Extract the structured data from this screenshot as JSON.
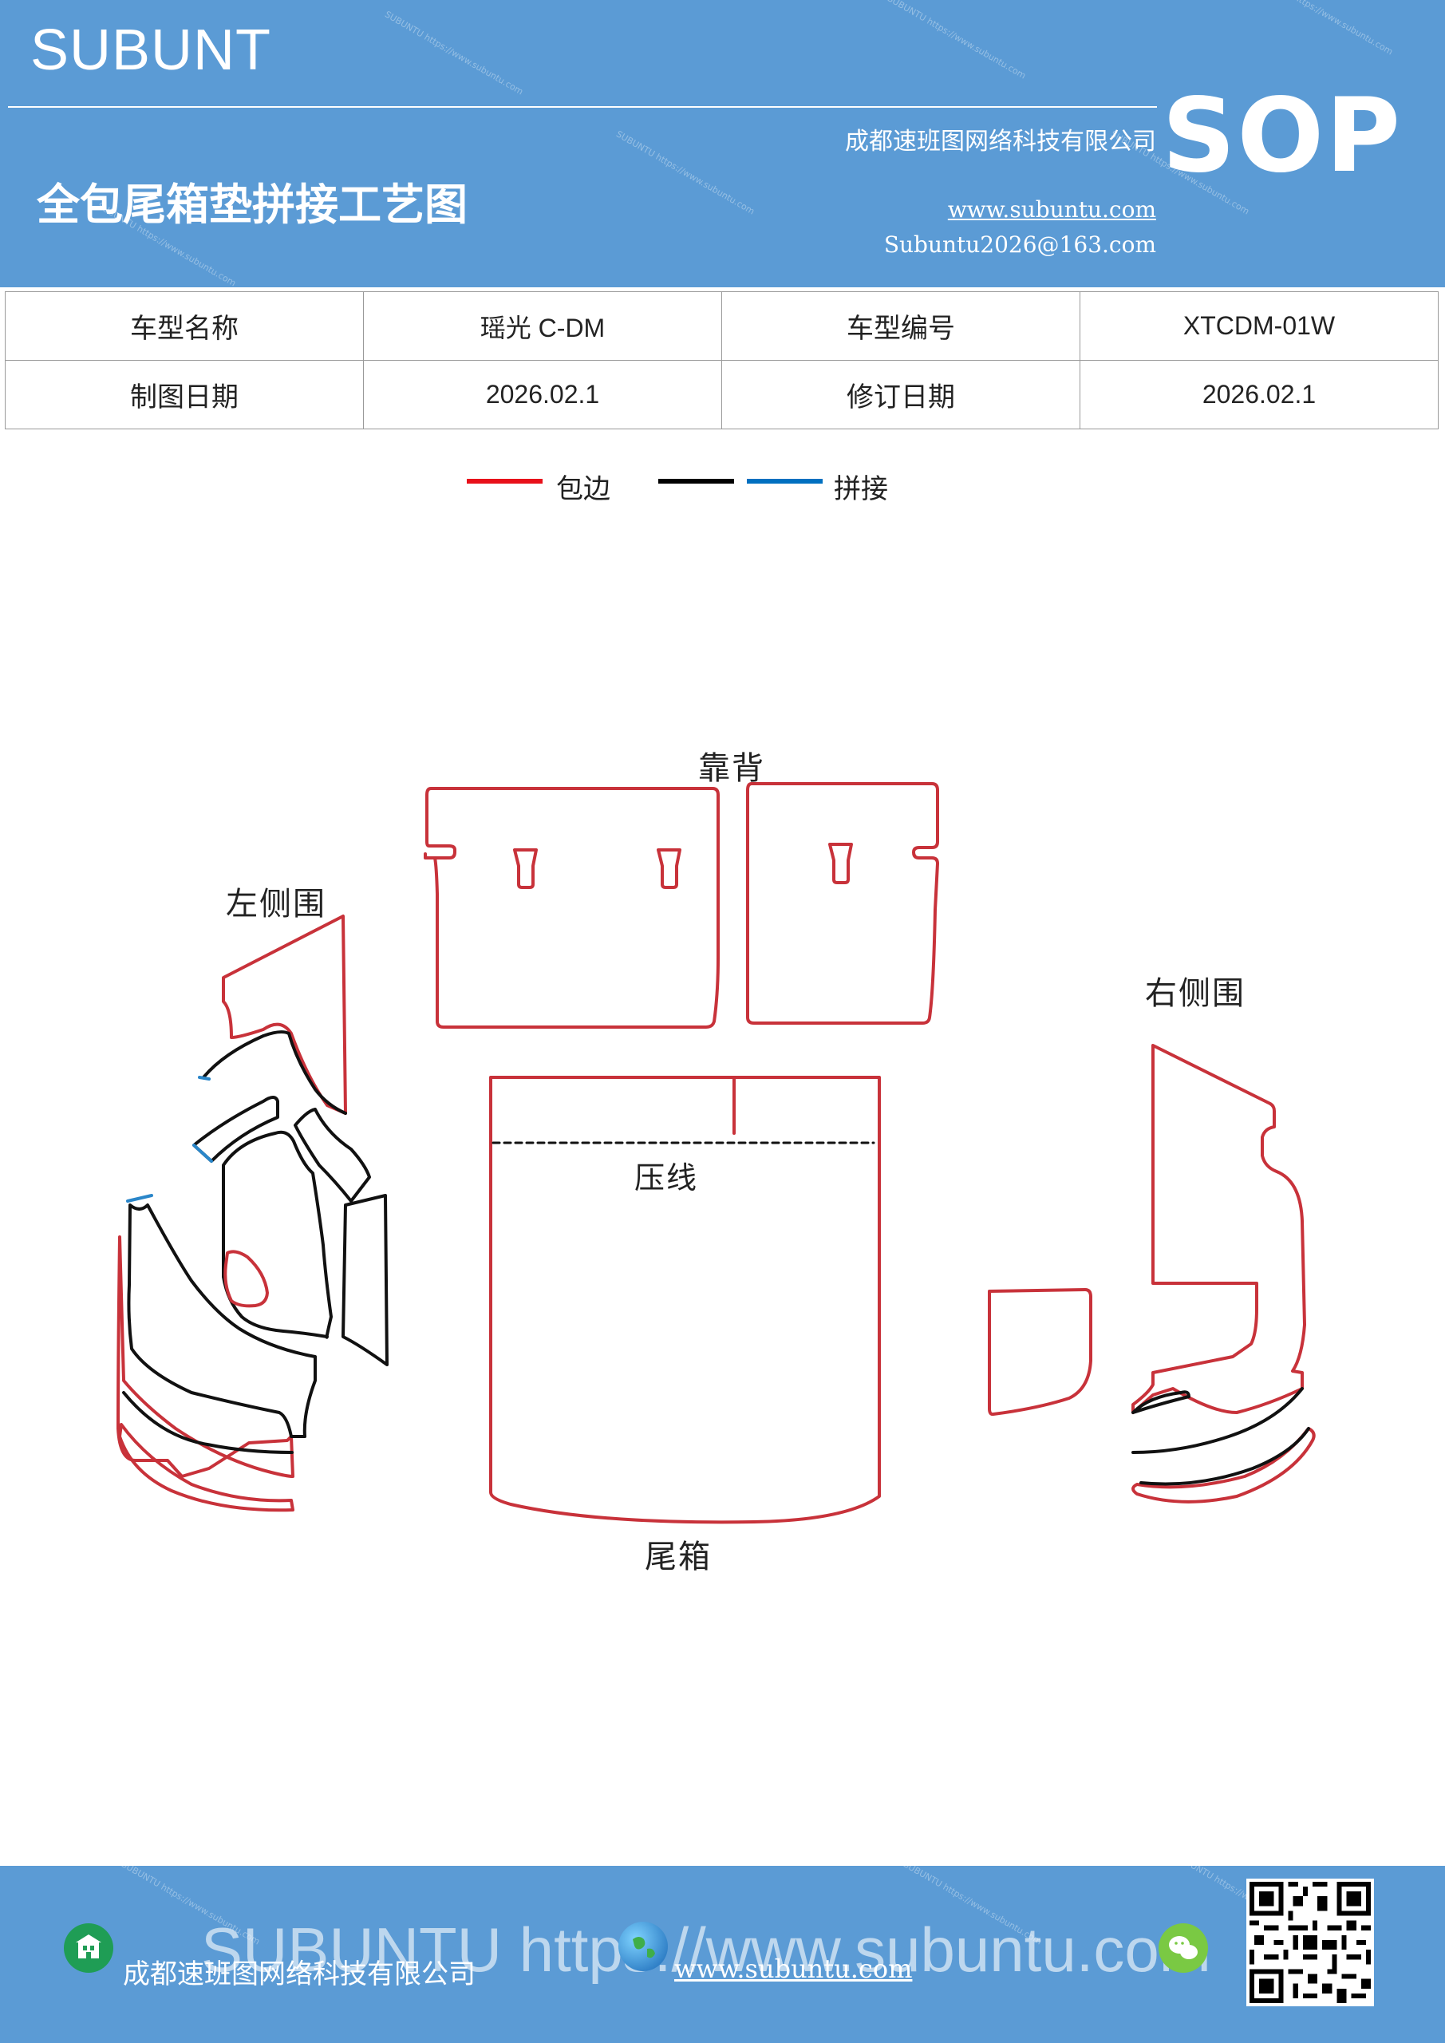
{
  "header": {
    "brand": "SUBUNT",
    "title": "全包尾箱垫拼接工艺图",
    "company": "成都速班图网络科技有限公司",
    "website": "www.subuntu.com",
    "email": "Subuntu2026@163.com",
    "badge": "SOP"
  },
  "info_table": {
    "rows": [
      [
        "车型名称",
        "瑶光 C-DM",
        "车型编号",
        "XTCDM-01W"
      ],
      [
        "制图日期",
        "2026.02.1",
        "修订日期",
        "2026.02.1"
      ]
    ]
  },
  "legend": {
    "items": [
      {
        "label": "包边",
        "color": "#e8101a"
      },
      {
        "label": "",
        "color": "#000000"
      },
      {
        "label": "拼接",
        "color": "#0070c0"
      }
    ]
  },
  "drawing": {
    "labels": {
      "backrest": "靠背",
      "left_side": "左侧围",
      "right_side": "右侧围",
      "press_line": "压线",
      "trunk": "尾箱"
    },
    "colors": {
      "edge": "#c8323a",
      "seam": "#111111",
      "splice": "#2a86c9"
    }
  },
  "footer": {
    "company": "成都速班图网络科技有限公司",
    "website": "www.subuntu.com",
    "watermark": "SUBUNTU https://www.subuntu.com"
  }
}
